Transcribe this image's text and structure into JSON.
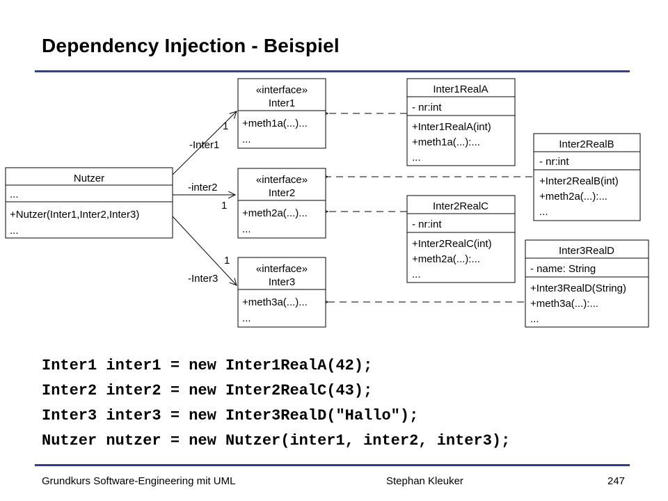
{
  "title": "Dependency Injection - Beispiel",
  "classes": {
    "nutzer": {
      "name": "Nutzer",
      "attrs": [
        "..."
      ],
      "ops": [
        "+Nutzer(Inter1,Inter2,Inter3)",
        "..."
      ]
    },
    "inter1": {
      "stereotype": "«interface»",
      "name": "Inter1",
      "ops": [
        "+meth1a(...)...",
        "..."
      ]
    },
    "inter2": {
      "stereotype": "«interface»",
      "name": "Inter2",
      "ops": [
        "+meth2a(...)...",
        "..."
      ]
    },
    "inter3": {
      "stereotype": "«interface»",
      "name": "Inter3",
      "ops": [
        "+meth3a(...)...",
        "..."
      ]
    },
    "inter1RealA": {
      "name": "Inter1RealA",
      "attrs": [
        "- nr:int"
      ],
      "ops": [
        "+Inter1RealA(int)",
        "+meth1a(...):...",
        "..."
      ]
    },
    "inter2RealB": {
      "name": "Inter2RealB",
      "attrs": [
        "- nr:int"
      ],
      "ops": [
        "+Inter2RealB(int)",
        "+meth2a(...):...",
        "..."
      ]
    },
    "inter2RealC": {
      "name": "Inter2RealC",
      "attrs": [
        "- nr:int"
      ],
      "ops": [
        "+Inter2RealC(int)",
        "+meth2a(...):...",
        "..."
      ]
    },
    "inter3RealD": {
      "name": "Inter3RealD",
      "attrs": [
        "- name: String"
      ],
      "ops": [
        "+Inter3RealD(String)",
        "+meth3a(...):...",
        "..."
      ]
    }
  },
  "associations": {
    "a1": {
      "role": "-Inter1",
      "mult": "1"
    },
    "a2": {
      "role": "-inter2",
      "mult": "1"
    },
    "a3": {
      "role": "-Inter3",
      "mult": "1"
    }
  },
  "code": [
    "Inter1 inter1 = new Inter1RealA(42);",
    "Inter2 inter2 = new Inter2RealC(43);",
    "Inter3 inter3 = new Inter3RealD(\"Hallo\");",
    "Nutzer nutzer = new Nutzer(inter1, inter2, inter3);"
  ],
  "footer": {
    "left": "Grundkurs Software-Engineering mit UML",
    "center": "Stephan Kleuker",
    "page": "247"
  }
}
